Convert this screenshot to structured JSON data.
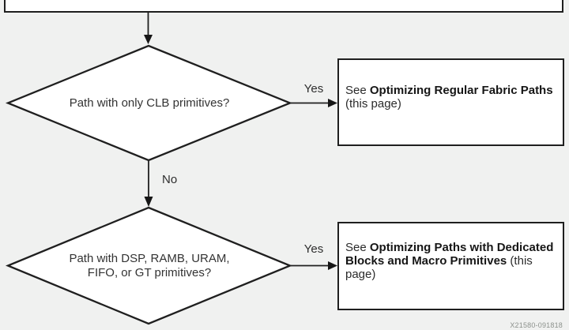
{
  "figure": {
    "type": "flowchart",
    "figure_id": "X21580-091818",
    "colors": {
      "background": "#f0f1f0",
      "shape_fill": "#ffffff",
      "line": "#1f1f1f",
      "watermark": "#8c918c"
    },
    "top_box": {
      "visible_text": ""
    },
    "decision_1": {
      "line_1": "Path with only CLB primitives?"
    },
    "decision_2": {
      "line_1": "Path with DSP, RAMB, URAM,",
      "line_2": "FIFO, or GT primitives?"
    },
    "edges": {
      "yes_1": "Yes",
      "no_1": "No",
      "yes_2": "Yes"
    },
    "result_box_1": {
      "line1_pre": "See ",
      "line1_bold": "Optimizing Regular Fabric",
      "line2_bold": "Paths",
      "line2_post": " (this page)"
    },
    "result_box_2": {
      "line1_pre": "See ",
      "line1_bold": "Optimizing Paths with",
      "line2_bold": "Dedicated Blocks and Macro",
      "line3_bold": "Primitives",
      "line3_post": " (this page)"
    }
  }
}
